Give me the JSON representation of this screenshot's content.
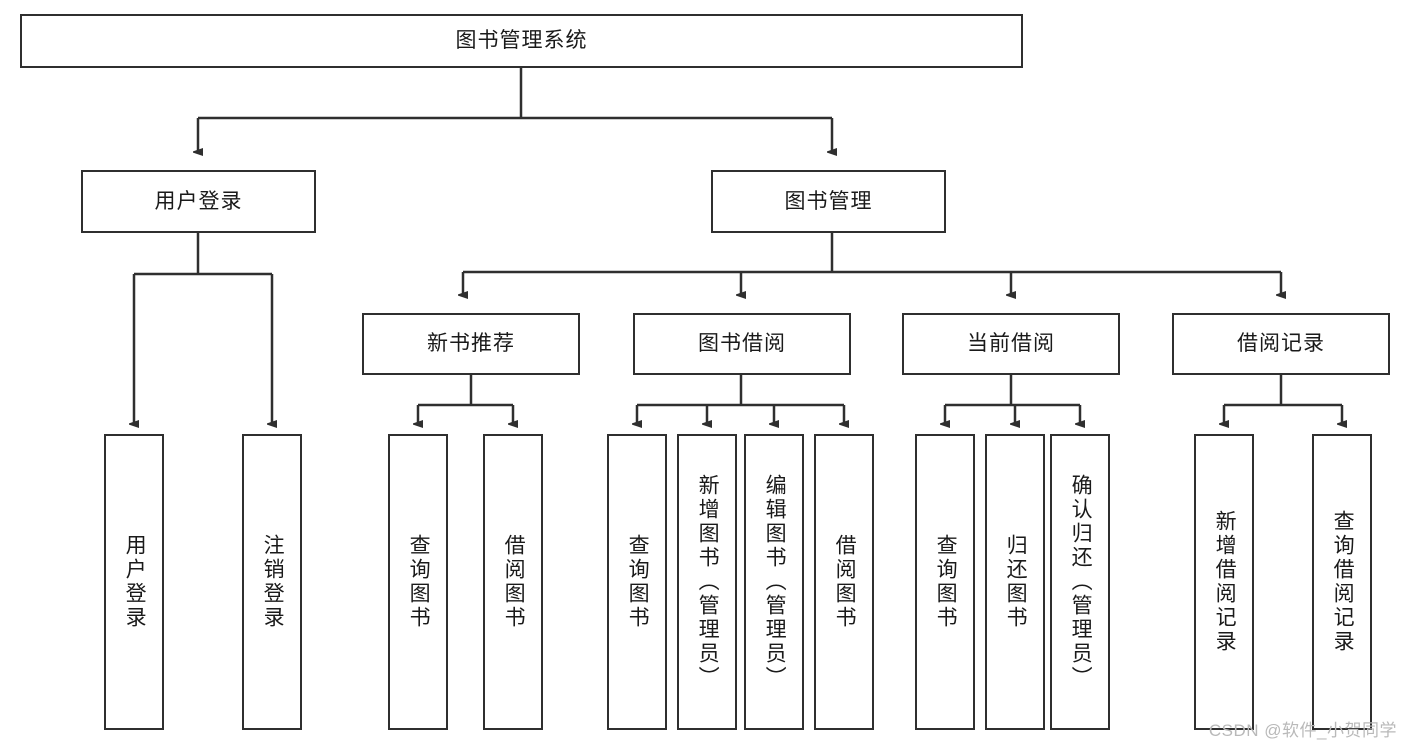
{
  "diagram": {
    "title": "图书管理系统",
    "type": "hierarchy-tree",
    "watermark": "CSDN @软件_小贺同学",
    "colors": {
      "box_border": "#2f2f2f",
      "box_fill": "#ffffff",
      "edge": "#2f2f2f",
      "text": "#1a1a1a",
      "watermark": "#b9b9b9",
      "background": "#ffffff"
    },
    "nodes": {
      "root": {
        "label": "图书管理系统",
        "level": 1,
        "orientation": "horizontal"
      },
      "l2": [
        {
          "id": "user-login",
          "label": "用户登录",
          "level": 2,
          "orientation": "horizontal"
        },
        {
          "id": "book-manage",
          "label": "图书管理",
          "level": 2,
          "orientation": "horizontal"
        }
      ],
      "l3": [
        {
          "id": "new-book-rec",
          "label": "新书推荐",
          "level": 3,
          "orientation": "horizontal"
        },
        {
          "id": "book-borrow",
          "label": "图书借阅",
          "level": 3,
          "orientation": "horizontal"
        },
        {
          "id": "current-borrow",
          "label": "当前借阅",
          "level": 3,
          "orientation": "horizontal"
        },
        {
          "id": "borrow-record",
          "label": "借阅记录",
          "level": 3,
          "orientation": "horizontal"
        }
      ],
      "leaves": [
        {
          "id": "leaf-user-login",
          "label": "用户登录",
          "parent": "user-login",
          "orientation": "vertical"
        },
        {
          "id": "leaf-user-logout",
          "label": "注销登录",
          "parent": "user-login",
          "orientation": "vertical"
        },
        {
          "id": "leaf-query-book-1",
          "label": "查询图书",
          "parent": "new-book-rec",
          "orientation": "vertical"
        },
        {
          "id": "leaf-borrow-book-1",
          "label": "借阅图书",
          "parent": "new-book-rec",
          "orientation": "vertical"
        },
        {
          "id": "leaf-query-book-2",
          "label": "查询图书",
          "parent": "book-borrow",
          "orientation": "vertical"
        },
        {
          "id": "leaf-add-book",
          "label": "新增图书（管理员）",
          "parent": "book-borrow",
          "orientation": "vertical"
        },
        {
          "id": "leaf-edit-book",
          "label": "编辑图书（管理员）",
          "parent": "book-borrow",
          "orientation": "vertical"
        },
        {
          "id": "leaf-borrow-book-2",
          "label": "借阅图书",
          "parent": "book-borrow",
          "orientation": "vertical"
        },
        {
          "id": "leaf-query-book-3",
          "label": "查询图书",
          "parent": "current-borrow",
          "orientation": "vertical"
        },
        {
          "id": "leaf-return-book",
          "label": "归还图书",
          "parent": "current-borrow",
          "orientation": "vertical"
        },
        {
          "id": "leaf-confirm-return",
          "label": "确认归还（管理员）",
          "parent": "current-borrow",
          "orientation": "vertical"
        },
        {
          "id": "leaf-add-record",
          "label": "新增借阅记录",
          "parent": "borrow-record",
          "orientation": "vertical"
        },
        {
          "id": "leaf-query-record",
          "label": "查询借阅记录",
          "parent": "borrow-record",
          "orientation": "vertical"
        }
      ]
    }
  }
}
